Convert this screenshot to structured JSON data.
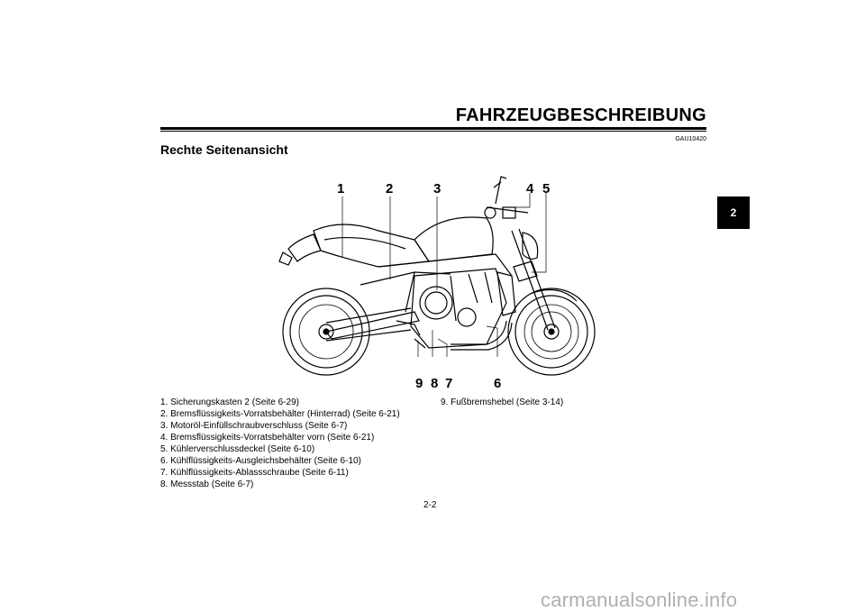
{
  "header": {
    "title": "FAHRZEUGBESCHREIBUNG",
    "doc_code": "GAU10420",
    "chapter": "2"
  },
  "section": {
    "title": "Rechte Seitenansicht"
  },
  "figure": {
    "callouts": [
      "1",
      "2",
      "3",
      "4",
      "5",
      "6",
      "7",
      "8",
      "9"
    ]
  },
  "legend": {
    "col1": [
      "1. Sicherungskasten 2 (Seite 6-29)",
      "2. Bremsflüssigkeits-Vorratsbehälter (Hinterrad) (Seite 6-21)",
      "3. Motoröl-Einfüllschraubverschluss (Seite 6-7)",
      "4. Bremsflüssigkeits-Vorratsbehälter vorn (Seite 6-21)",
      "5. Kühlerverschlussdeckel (Seite 6-10)",
      "6. Kühlflüssigkeits-Ausgleichsbehälter (Seite 6-10)",
      "7. Kühlflüssigkeits-Ablassschraube (Seite 6-11)",
      "8. Messstab (Seite 6-7)"
    ],
    "col2": [
      "9. Fußbremshebel (Seite 3-14)"
    ]
  },
  "footer": {
    "page": "2-2",
    "url": "carmanualsonline.info"
  }
}
